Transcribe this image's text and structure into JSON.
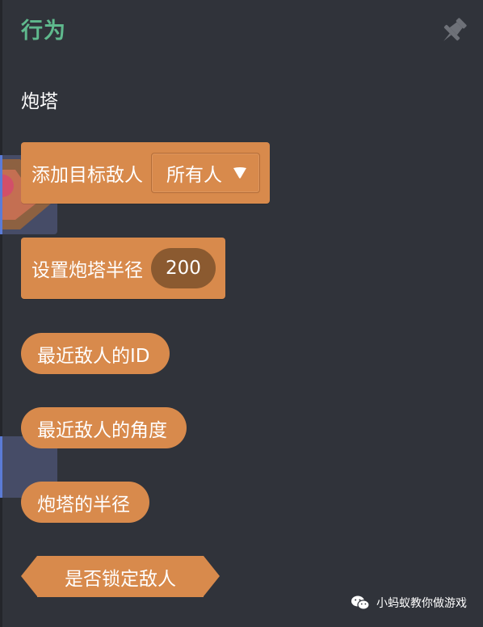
{
  "palette": {
    "title": "行为",
    "section": "炮塔",
    "pin_icon": "pin-icon"
  },
  "blocks": {
    "add_target": {
      "label": "添加目标敌人",
      "dropdown_value": "所有人",
      "dropdown_icon": "caret-down-icon"
    },
    "set_radius": {
      "label": "设置炮塔半径",
      "value": "200"
    },
    "nearest_enemy_id": {
      "label": "最近敌人的ID"
    },
    "nearest_enemy_angle": {
      "label": "最近敌人的角度"
    },
    "turret_radius": {
      "label": "炮塔的半径"
    },
    "is_target_locked": {
      "label": "是否锁定敌人"
    }
  },
  "watermark": {
    "text": "小蚂蚁教你做游戏",
    "icon": "wechat-icon"
  },
  "colors": {
    "background": "#30333a",
    "title": "#5fb98d",
    "block": "#d88a4c",
    "number_slot": "#8b5a30",
    "ghost_block": "#464c67",
    "ghost_edge": "#5b7bd6"
  }
}
